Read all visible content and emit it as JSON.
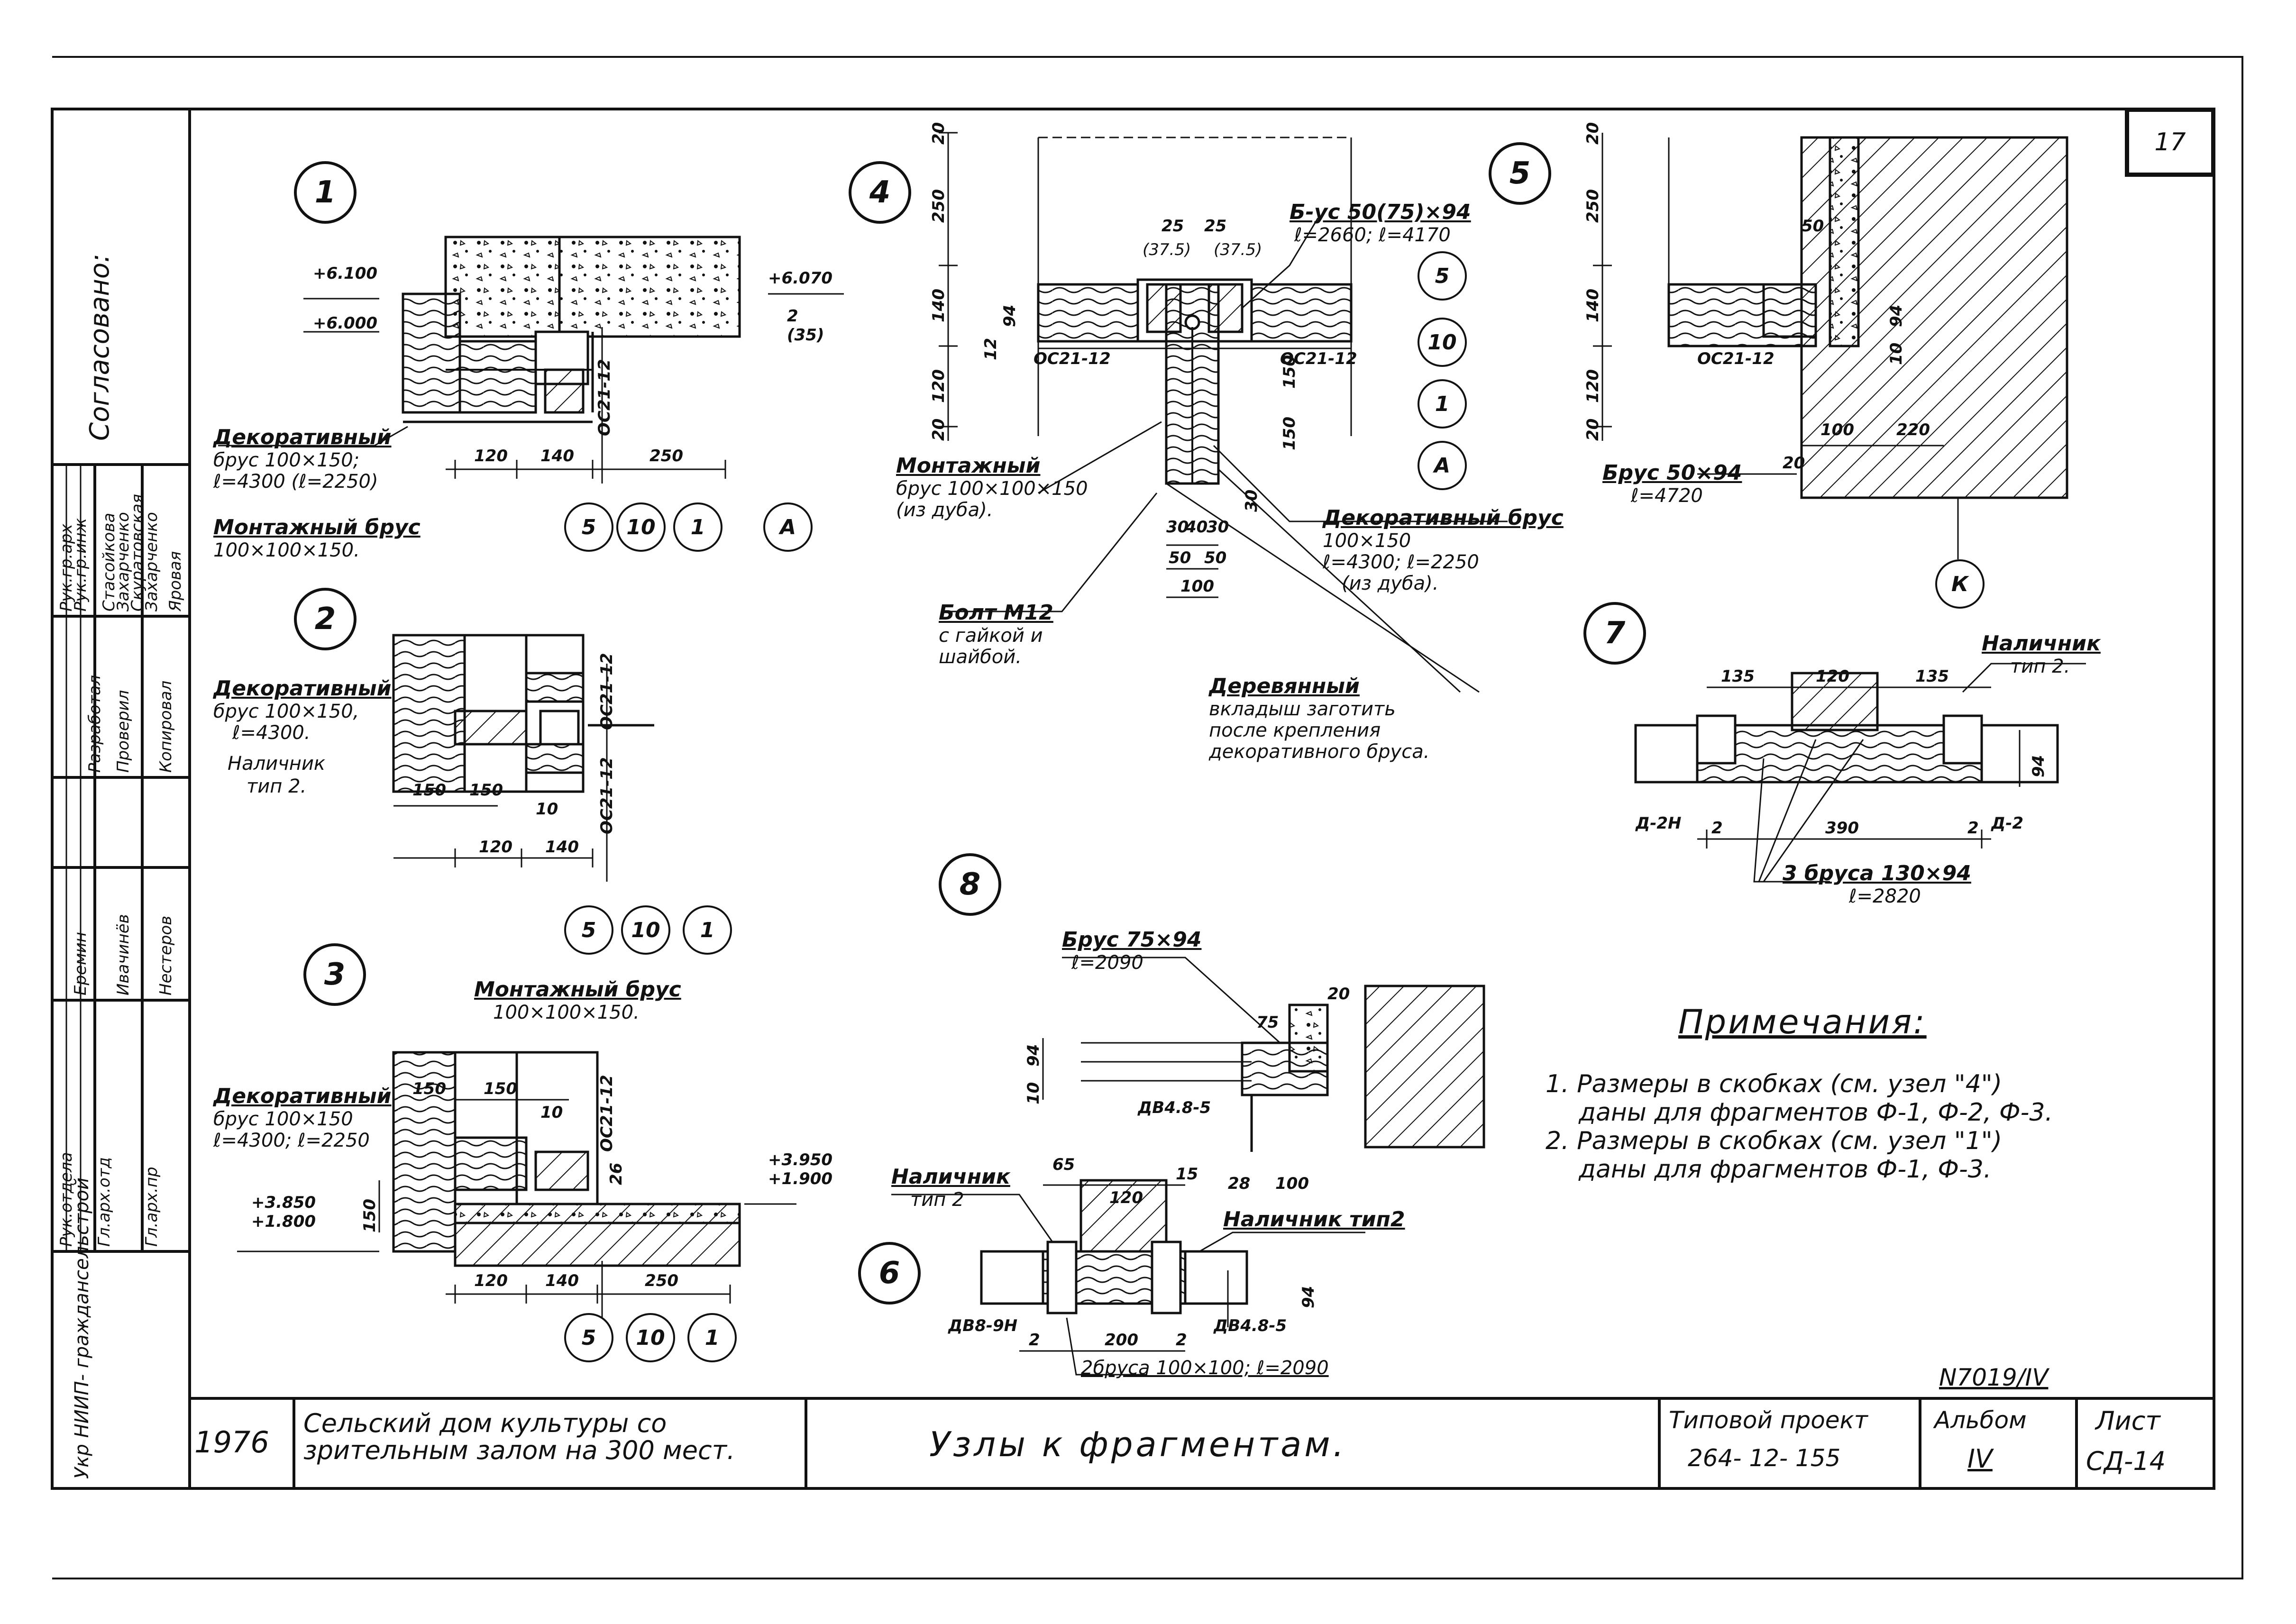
{
  "sheet": {
    "page_number": "17",
    "approved_label": "Согласовано:",
    "approval_rows": [
      {
        "role": "Рук.гр.арх",
        "name": "Стасойкова"
      },
      {
        "role": "Рук.гр.инж",
        "name": "Захарченко"
      },
      {
        "role": "Разработал",
        "name": "Скуратовская"
      },
      {
        "role": "Проверил",
        "name": "Захарченко"
      },
      {
        "role": "Копировал",
        "name": "Яровая"
      }
    ],
    "staff_rows": [
      {
        "role": "Рук.отдела",
        "name": "Еремин"
      },
      {
        "role": "Гл.арх.отд",
        "name": "Ивачинёв"
      },
      {
        "role": "Гл.арх.пр",
        "name": "Нестеров"
      }
    ],
    "organization": "Укр НИИП- граждансельстрой"
  },
  "title_block": {
    "year": "1976",
    "project_name": "Сельский дом культуры со зрительным залом на 300 мест.",
    "drawing_title": "Узлы к фрагментам.",
    "typical_project_label": "Типовой проект",
    "typical_project_number": "264- 12- 155",
    "album_label": "Альбом",
    "album_number": "IV",
    "sheet_label": "Лист",
    "sheet_number": "СД-14",
    "archive_number": "N7019/IV"
  },
  "nodes": {
    "n1": {
      "number": "1",
      "elev_top": "+6.100",
      "elev_low": "+6.000",
      "elev_right": "+6.070",
      "dim_small": "2",
      "dim_small2": "(35)",
      "window": "ОС21-12",
      "label_decor": "Декоративный",
      "label_decor_2": "брус 100×150;",
      "label_decor_3": "ℓ=4300 (ℓ=2250)",
      "dims": [
        "120",
        "140",
        "250"
      ],
      "axes": [
        "5",
        "10",
        "1",
        "А"
      ]
    },
    "n2": {
      "number": "2",
      "label_mount": "Монтажный брус",
      "label_mount_2": "100×100×150.",
      "label_decor": "Декоративный",
      "label_decor_2": "брус 100×150,",
      "label_decor_3": "ℓ=4300.",
      "label_trim": "Наличник",
      "label_trim_2": "тип 2.",
      "window": "ОС21-12",
      "dims_small": [
        "150",
        "150",
        "10"
      ],
      "dims": [
        "120",
        "140"
      ],
      "axes": [
        "5",
        "10",
        "1"
      ]
    },
    "n3": {
      "number": "3",
      "label_mount": "Монтажный брус",
      "label_mount_2": "100×100×150.",
      "label_decor": "Декоративный",
      "label_decor_2": "брус 100×150",
      "label_decor_3": "ℓ=4300; ℓ=2250",
      "elev_left_1": "+3.850",
      "elev_left_2": "+1.800",
      "elev_right_1": "+3.950",
      "elev_right_2": "+1.900",
      "window": "ОС21-12",
      "dims_top": [
        "150",
        "150",
        "10"
      ],
      "dim_vert": "150",
      "dim_26": "26",
      "dims": [
        "120",
        "140",
        "250"
      ],
      "axes": [
        "5",
        "10",
        "1"
      ]
    },
    "n4": {
      "number": "4",
      "label_b": "Б-ус 50(75)×94",
      "label_b_2": "ℓ=2660; ℓ=4170",
      "dims_top": [
        "25",
        "25",
        "(37.5)",
        "(37.5)"
      ],
      "vert_dims": [
        "20",
        "250",
        "140",
        "120",
        "20"
      ],
      "dim_94": "94",
      "dim_12": "12",
      "window_l": "ОС21-12",
      "window_r": "ОС21-12",
      "dim_150a": "150",
      "dim_150b": "150",
      "dim_30": "30",
      "dims_bot_small": [
        "30",
        "40",
        "30"
      ],
      "dims_bot": [
        "50",
        "50"
      ],
      "dim_100": "100",
      "label_mount": "Монтажный",
      "label_mount_2": "брус 100×100×150",
      "label_mount_3": "(из дуба).",
      "label_decor": "Декоративный брус",
      "label_decor_2": "100×150",
      "label_decor_3": "ℓ=4300; ℓ=2250",
      "label_decor_4": "(из дуба).",
      "label_bolt": "Болт М12",
      "label_bolt_2": "с гайкой и",
      "label_bolt_3": "шайбой.",
      "label_insert": "Деревянный",
      "label_insert_2": "вкладыш заготить",
      "label_insert_3": "после крепления",
      "label_insert_4": "декоративного бруса.",
      "axes": [
        "5",
        "10",
        "1",
        "А"
      ]
    },
    "n5": {
      "number": "5",
      "vert_dims": [
        "20",
        "250",
        "140",
        "120",
        "20"
      ],
      "dim_50": "50",
      "dim_94": "94",
      "dim_10": "10",
      "window": "ОС21-12",
      "dims_bot": [
        "100",
        "220"
      ],
      "dim_20": "20",
      "label_brus": "Брус 50×94",
      "label_brus_2": "ℓ=4720",
      "axis": "К"
    },
    "n6": {
      "number": "6",
      "label_trim": "Наличник",
      "label_trim_2": "тип 2",
      "label_trim_r": "Наличник тип2",
      "dim_65": "65",
      "dim_120": "120",
      "dim_15": "15",
      "dim_28": "28",
      "dim_100": "100",
      "dim_94": "94",
      "door_l": "ДВ8-9Н",
      "door_r": "ДВ4.8-5",
      "dims_bot": [
        "2",
        "200",
        "2"
      ],
      "label_beams": "2бруса 100×100; ℓ=2090"
    },
    "n7": {
      "number": "7",
      "label_trim": "Наличник",
      "label_trim_2": "тип 2.",
      "dims_top": [
        "135",
        "120",
        "135"
      ],
      "dim_94": "94",
      "door_l": "Д-2Н",
      "door_r": "Д-2",
      "dims_bot": [
        "2",
        "390",
        "2"
      ],
      "label_beams": "3 бруса 130×94",
      "label_beams_2": "ℓ=2820"
    },
    "n8": {
      "number": "8",
      "label_brus": "Брус 75×94",
      "label_brus_2": "ℓ=2090",
      "dim_75": "75",
      "dim_20": "20",
      "dim_94": "94",
      "dim_10": "10",
      "door": "ДВ4.8-5"
    }
  },
  "notes": {
    "heading": "Примечания:",
    "items": [
      "1. Размеры в скобках (см. узел \"4\")",
      "даны для фрагментов Ф-1, Ф-2, Ф-3.",
      "2. Размеры в скобках (см. узел \"1\")",
      "даны для фрагментов Ф-1, Ф-3."
    ]
  }
}
